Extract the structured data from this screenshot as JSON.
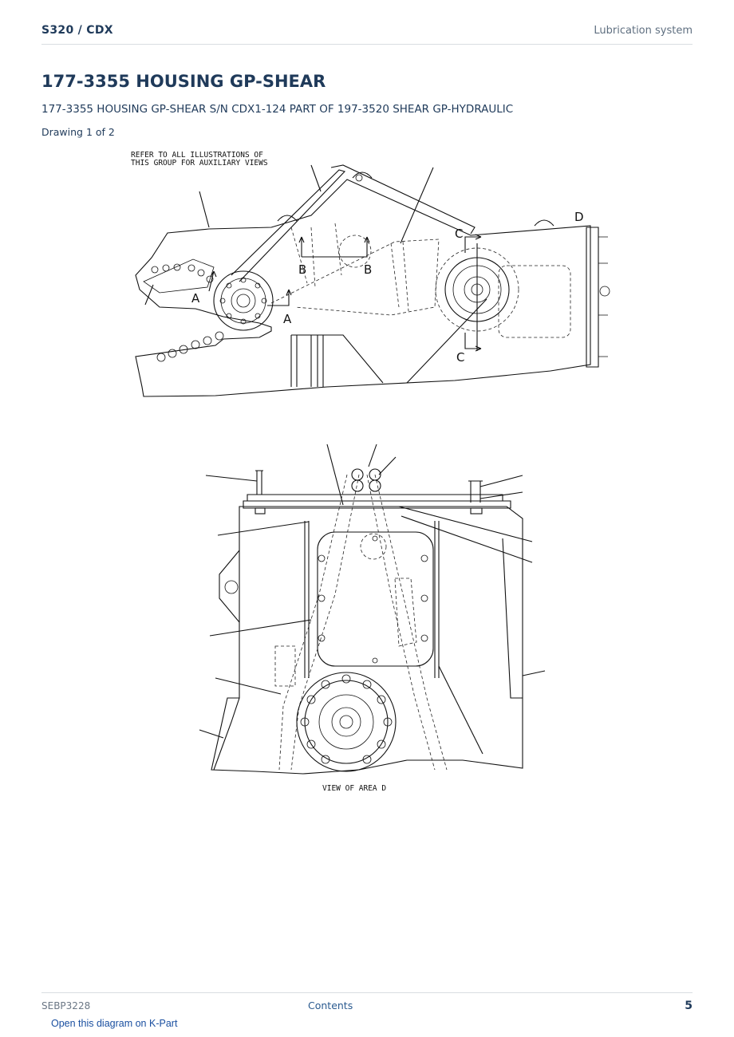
{
  "header": {
    "model": "S320  /  CDX",
    "section": "Lubrication system"
  },
  "page_title": "177-3355 HOUSING GP-SHEAR",
  "subtitle": "177-3355 HOUSING GP-SHEAR S/N CDX1-124 PART OF 197-3520 SHEAR GP-HYDRAULIC",
  "drawing_label": "Drawing 1 of 2",
  "diagram": {
    "note_line1": "REFER TO ALL ILLUSTRATIONS OF",
    "note_line2": "THIS GROUP FOR AUXILIARY VIEWS",
    "section_letters": [
      "A",
      "A",
      "B",
      "B",
      "C",
      "C",
      "D"
    ],
    "view_caption": "VIEW OF AREA D"
  },
  "footer": {
    "doc_id": "SEBP3228",
    "contents_link": "Contents",
    "page_number": "5",
    "kpart_link": "Open this diagram on K-Part"
  }
}
